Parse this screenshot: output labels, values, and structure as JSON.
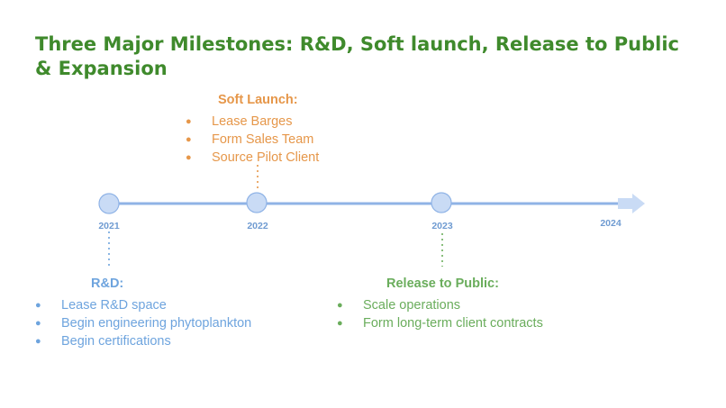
{
  "title": "Three Major Milestones: R&D, Soft launch, Release to Public & Expansion",
  "colors": {
    "title": "#3f8a2c",
    "timeline": "#8fb3e6",
    "soft_launch": "#e6974a",
    "rnd": "#6ea4de",
    "release": "#6aad5c"
  },
  "timeline": {
    "years": [
      "2021",
      "2022",
      "2023",
      "2024"
    ]
  },
  "milestones": {
    "soft_launch": {
      "heading": "Soft Launch:",
      "items": [
        "Lease Barges",
        "Form Sales Team",
        "Source Pilot Client"
      ]
    },
    "rnd": {
      "heading": "R&D:",
      "items": [
        "Lease R&D space",
        "Begin engineering phytoplankton",
        "Begin certifications"
      ]
    },
    "release": {
      "heading": "Release to Public:",
      "items": [
        "Scale operations",
        "Form long-term client contracts"
      ]
    }
  },
  "bullet": "●"
}
